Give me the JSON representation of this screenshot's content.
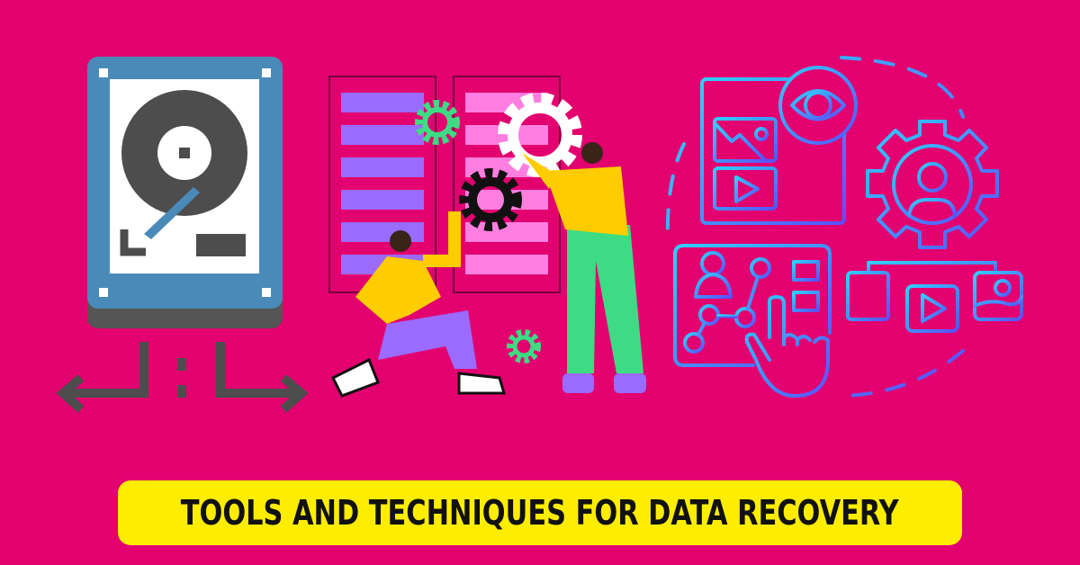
{
  "title": "TOOLS AND TECHNIQUES FOR DATA RECOVERY",
  "colors": {
    "background": "#e2016f",
    "banner": "#ffed00",
    "drive": "#4a8ab8",
    "line_icons": "#3fb0ff"
  },
  "icons": [
    "hard-drive-icon",
    "arrows-icon",
    "server-racks",
    "gear-icons",
    "people-illustration",
    "content-view-icon",
    "user-gear-icon",
    "network-touch-icon"
  ]
}
